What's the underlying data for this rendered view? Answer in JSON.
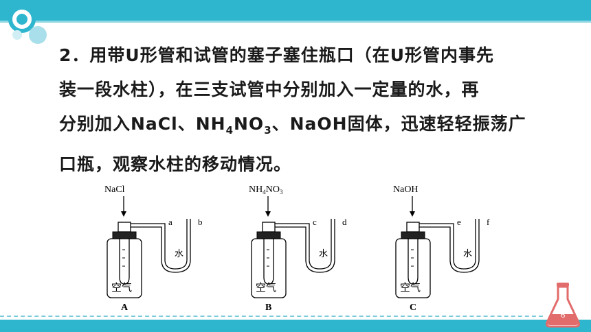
{
  "question": {
    "number": "2．",
    "line1": "用带U形管和试管的塞子塞住瓶口（在U形管内事先",
    "line2": "装一段水柱），在三支试管中分别加入一定量的水，再",
    "line3_pre": "分别加入NaCl、NH",
    "sub4": "4",
    "line3_mid": "NO",
    "sub3": "3",
    "line3_post": "、NaOH固体，迅速轻轻振荡广",
    "line4": "口瓶，观察水柱的移动情况。"
  },
  "figures": [
    {
      "reagent": "NaCl",
      "reagent_sub": "",
      "left_label": "a",
      "right_label": "b",
      "water": "水",
      "air": "空气",
      "caption": "A"
    },
    {
      "reagent": "NH",
      "reagent_sub": "4",
      "reagent_rest": "NO",
      "reagent_sub2": "3",
      "left_label": "c",
      "right_label": "d",
      "water": "水",
      "air": "空气",
      "caption": "B"
    },
    {
      "reagent": "NaOH",
      "reagent_sub": "",
      "left_label": "e",
      "right_label": "f",
      "water": "水",
      "air": "空气",
      "caption": "C"
    }
  ],
  "page_number": "6",
  "colors": {
    "accent": "#2fb6cf",
    "flask": "#d9534f"
  }
}
